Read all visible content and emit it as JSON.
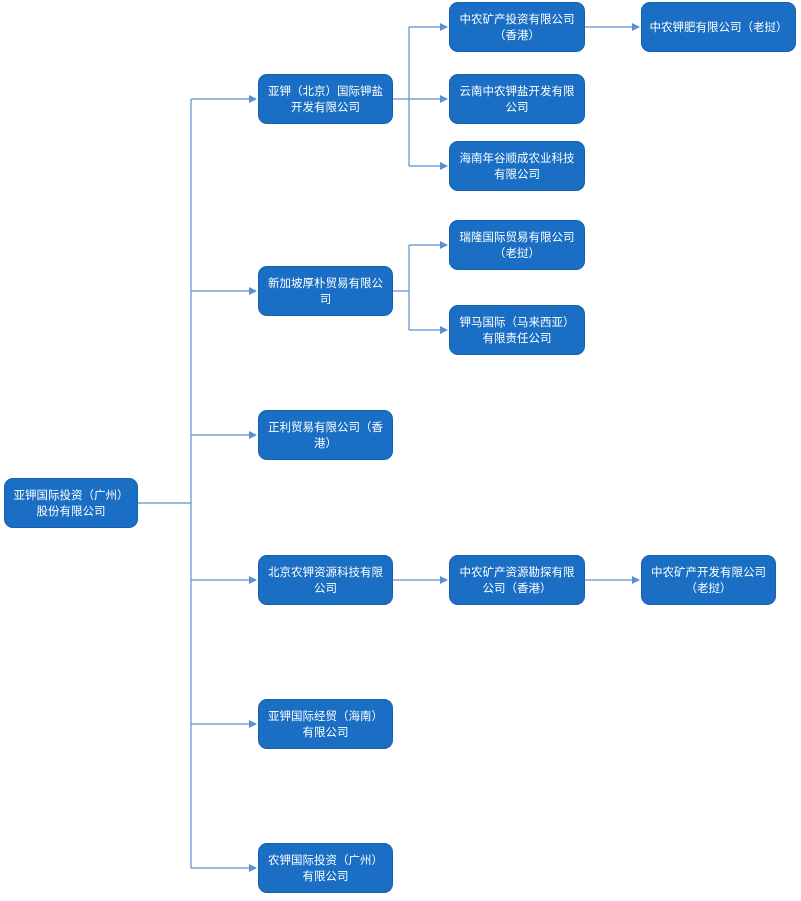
{
  "colors": {
    "node_fill": "#1a6fc4",
    "node_text": "#ffffff",
    "connector": "#5b8fd0"
  },
  "nodes": {
    "root": "亚钾国际投资（广州）\n股份有限公司",
    "yajia_beijing": "亚钾（北京）国际钾盐\n开发有限公司",
    "singapore": "新加坡厚朴贸易有限公\n司",
    "zhengli": "正利贸易有限公司（香\n港）",
    "beijing_nongjia": "北京农钾资源科技有限\n公司",
    "hainan": "亚钾国际经贸（海南）\n有限公司",
    "nongjia_gz": "农钾国际投资（广州）\n有限公司",
    "zhongnong_hk": "中农矿产投资有限公司\n（香港）",
    "yunnan": "云南中农钾盐开发有限\n公司",
    "hainan_agri": "海南年谷顺成农业科技\n有限公司",
    "ruilong": "瑞隆国际贸易有限公司\n（老挝）",
    "malaysia": "钾马国际（马来西亚）\n有限责任公司",
    "kantan_hk": "中农矿产资源勘探有限\n公司（香港）",
    "zhongnong_fertilizer": "中农钾肥有限公司（老挝）",
    "mining_dev_laos": "中农矿产开发有限公司\n（老挝）"
  }
}
